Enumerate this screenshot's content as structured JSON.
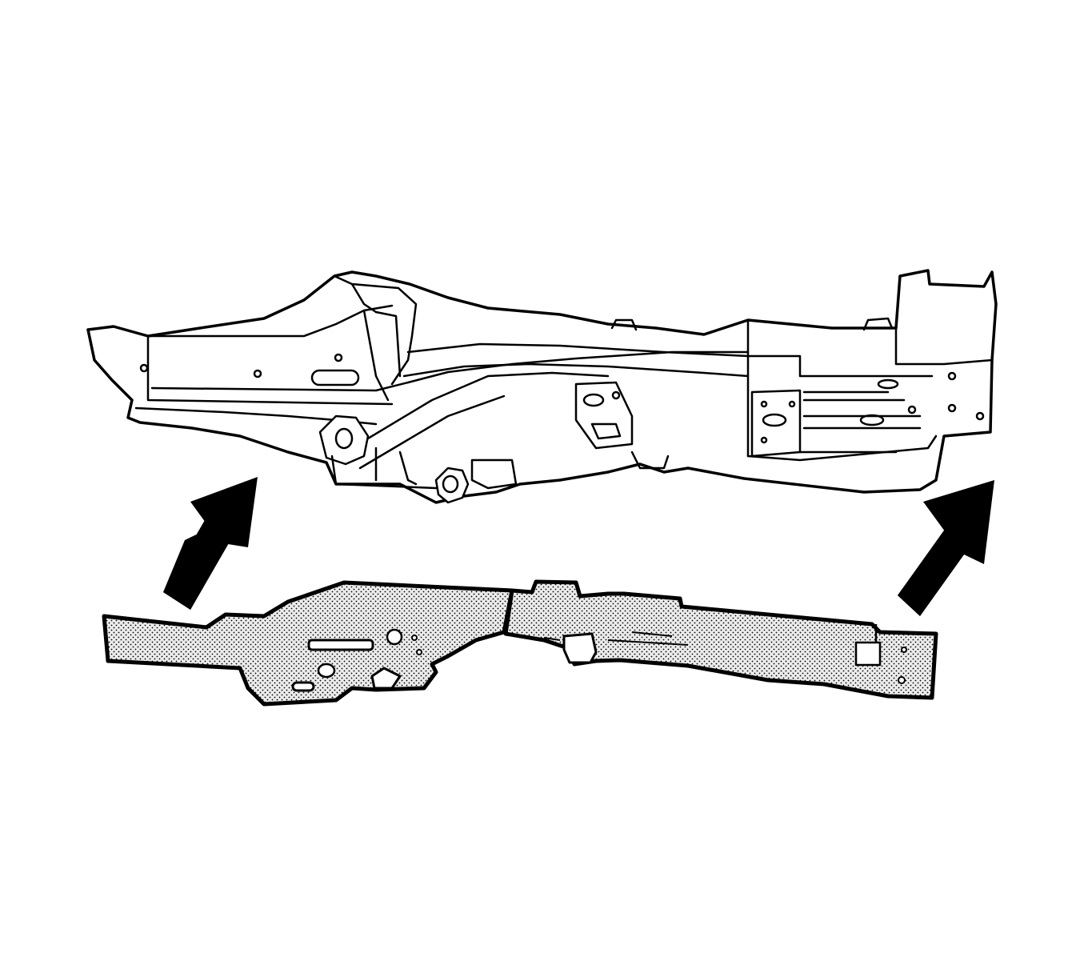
{
  "figure": {
    "style": "black line-art technical illustration on white",
    "colors": {
      "line": "#000000",
      "background": "#ffffff",
      "panel_fill": "#d9d9d9"
    },
    "parts": [
      {
        "id": "frame-rail-assembly",
        "shading": "none"
      },
      {
        "id": "replacement-rail-panel",
        "shading": "stippled"
      }
    ],
    "arrows": [
      {
        "id": "install-arrow-left",
        "icon": "arrow-up-right-icon"
      },
      {
        "id": "install-arrow-right",
        "icon": "arrow-up-right-icon"
      }
    ]
  }
}
